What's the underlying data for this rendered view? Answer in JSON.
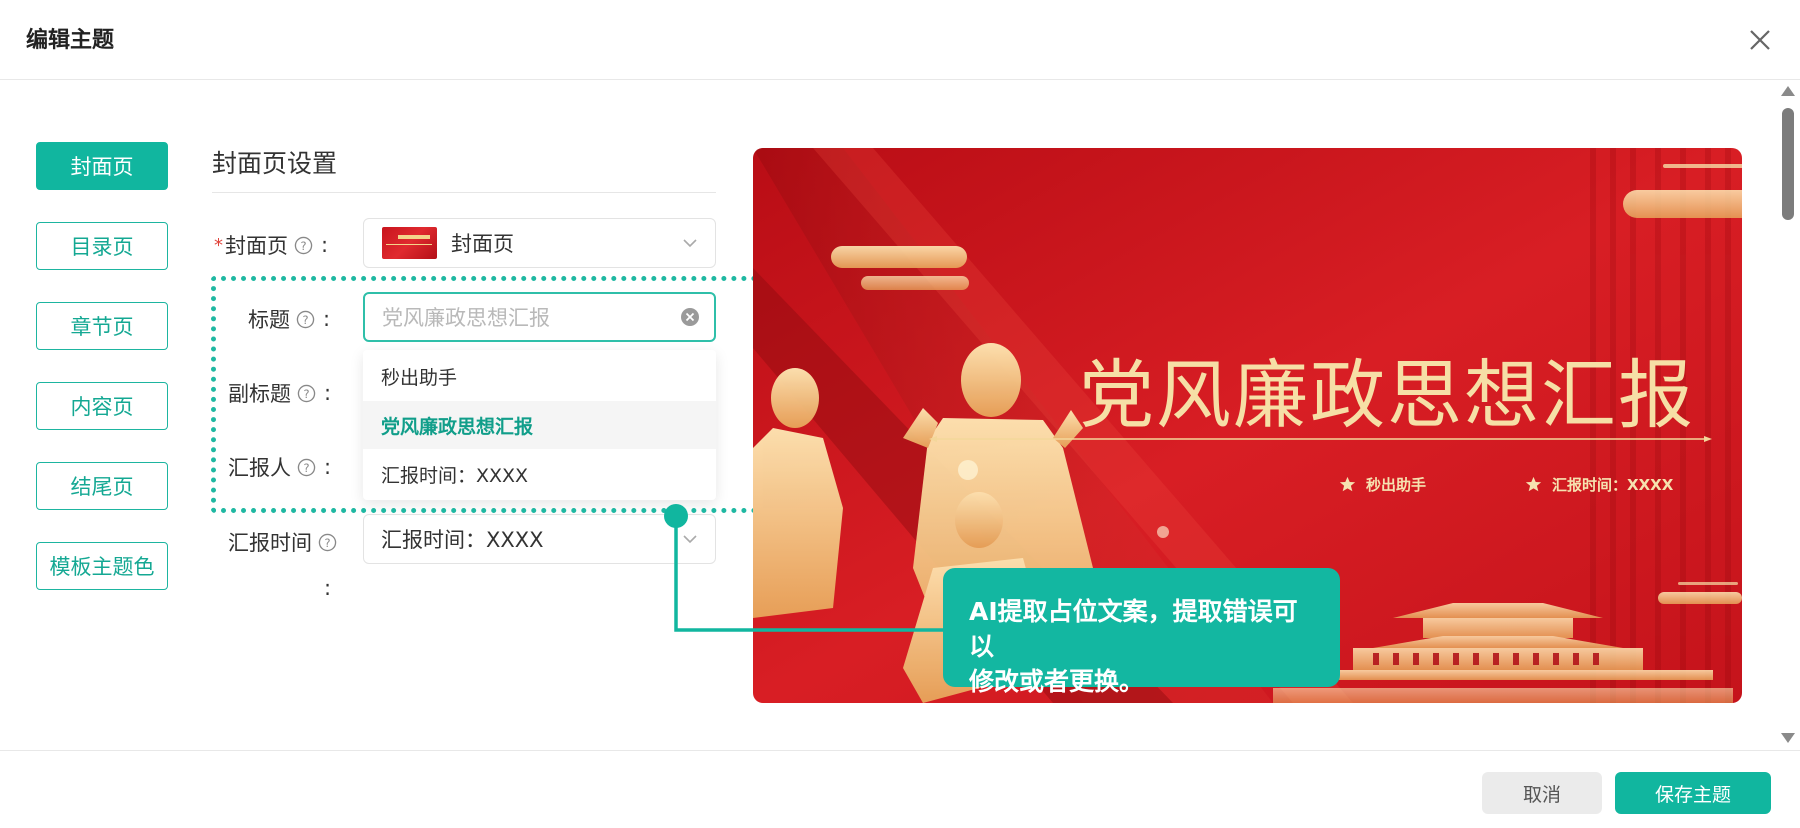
{
  "dialog": {
    "title": "编辑主题"
  },
  "nav": {
    "items": [
      {
        "label": "封面页",
        "active": true
      },
      {
        "label": "目录页",
        "active": false
      },
      {
        "label": "章节页",
        "active": false
      },
      {
        "label": "内容页",
        "active": false
      },
      {
        "label": "结尾页",
        "active": false
      },
      {
        "label": "模板主题色",
        "active": false
      }
    ]
  },
  "settings": {
    "section_title": "封面页设置",
    "cover": {
      "required_mark": "*",
      "label": "封面页",
      "colon": ":",
      "value": "封面页"
    },
    "title_field": {
      "label": "标题",
      "colon": ":",
      "placeholder": "党风廉政思想汇报"
    },
    "subtitle_field": {
      "label": "副标题",
      "colon": ":"
    },
    "reporter_field": {
      "label": "汇报人",
      "colon": ":"
    },
    "time_field": {
      "label": "汇报时间",
      "colon": ":",
      "value": "汇报时间：XXXX"
    }
  },
  "dropdown": {
    "options": [
      {
        "label": "秒出助手",
        "selected": false
      },
      {
        "label": "党风廉政思想汇报",
        "selected": true
      },
      {
        "label": "汇报时间：XXXX",
        "selected": false
      }
    ]
  },
  "preview": {
    "title": "党风廉政思想汇报",
    "presenter": "秒出助手",
    "time": "汇报时间：XXXX"
  },
  "callout": {
    "text_line1": "AI提取占位文案，提取错误可以",
    "text_line2": "修改或者更换。"
  },
  "footer": {
    "cancel_label": "取消",
    "save_label": "保存主题"
  },
  "colors": {
    "accent": "#11b69f",
    "accent_text": "#119e8a",
    "required": "#e0433a",
    "slide_red": "#d0161d",
    "slide_gold": "#f6dfa6"
  }
}
